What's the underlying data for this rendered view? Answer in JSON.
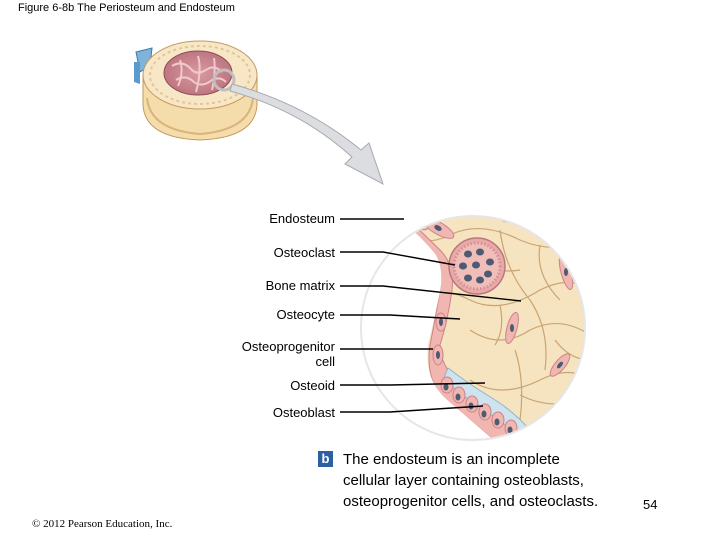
{
  "figure": {
    "title": "Figure 6-8b  The Periosteum and Endosteum"
  },
  "labels": {
    "endosteum": "Endosteum",
    "osteoclast": "Osteoclast",
    "bone_matrix": "Bone matrix",
    "osteocyte": "Osteocyte",
    "osteoprogenitor_line1": "Osteoprogenitor",
    "osteoprogenitor_line2": "cell",
    "osteoid": "Osteoid",
    "osteoblast": "Osteoblast"
  },
  "caption": {
    "badge": "b",
    "text": "The endosteum is an incomplete cellular layer containing osteoblasts, osteoprogenitor cells, and osteoclasts."
  },
  "footer": {
    "copyright": "© 2012 Pearson Education, Inc.",
    "page_number": "54"
  },
  "colors": {
    "bone_cream": "#f6e3bf",
    "bone_lines": "#c9a574",
    "marrow": "#c9868e",
    "endosteum_pink": "#f2b6b1",
    "osteoid_blue": "#cfe3ee",
    "nucleus": "#4c5a73",
    "arrow_gray": "#d6d7db",
    "badge_blue": "#2d5fa3"
  }
}
